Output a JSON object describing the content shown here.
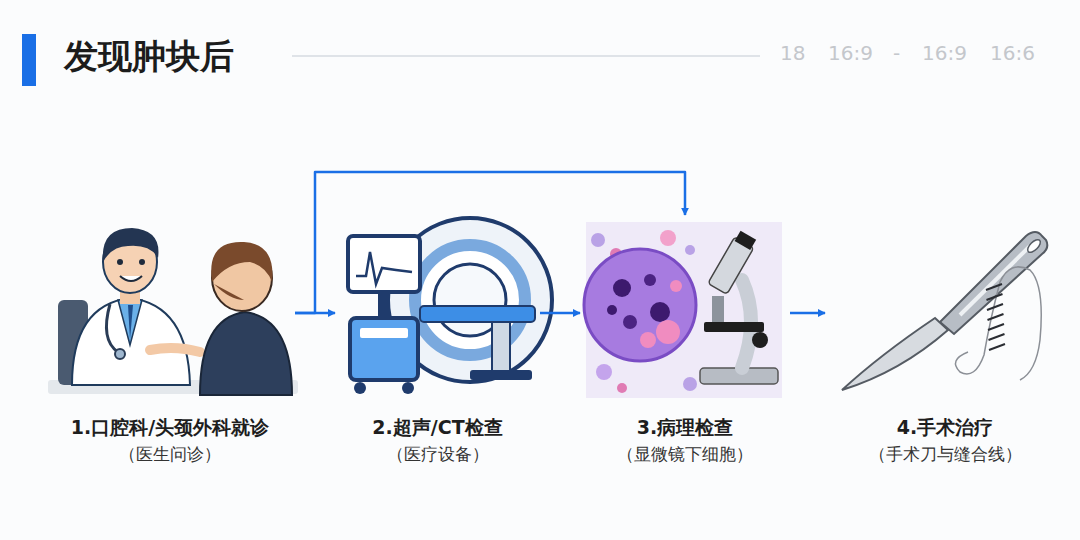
{
  "diagram": {
    "title": "发现肿块后",
    "nodes": [
      {
        "text": [
          "1.口腔科/头颈外科就诊",
          "（医生问诊）"
        ]
      },
      {
        "text": [
          "2.超声/CT检查",
          "（医疗设备）"
        ]
      },
      {
        "text": [
          "3.病理检查",
          "（显微镜下细胞）"
        ]
      },
      {
        "text": [
          "4.手术治疗",
          "（手术刀与缝合线）"
        ]
      }
    ],
    "edges": [
      {
        "from": 0,
        "to": 1,
        "arrow": "to"
      },
      {
        "from": 1,
        "to": 2,
        "arrow": "to"
      },
      {
        "from": 2,
        "to": 3,
        "arrow": "to"
      },
      {
        "from": 0,
        "to": 2,
        "arrow": "to"
      }
    ],
    "labels": [
      "18",
      "16:9",
      "-",
      "16:9",
      "16:6"
    ]
  }
}
